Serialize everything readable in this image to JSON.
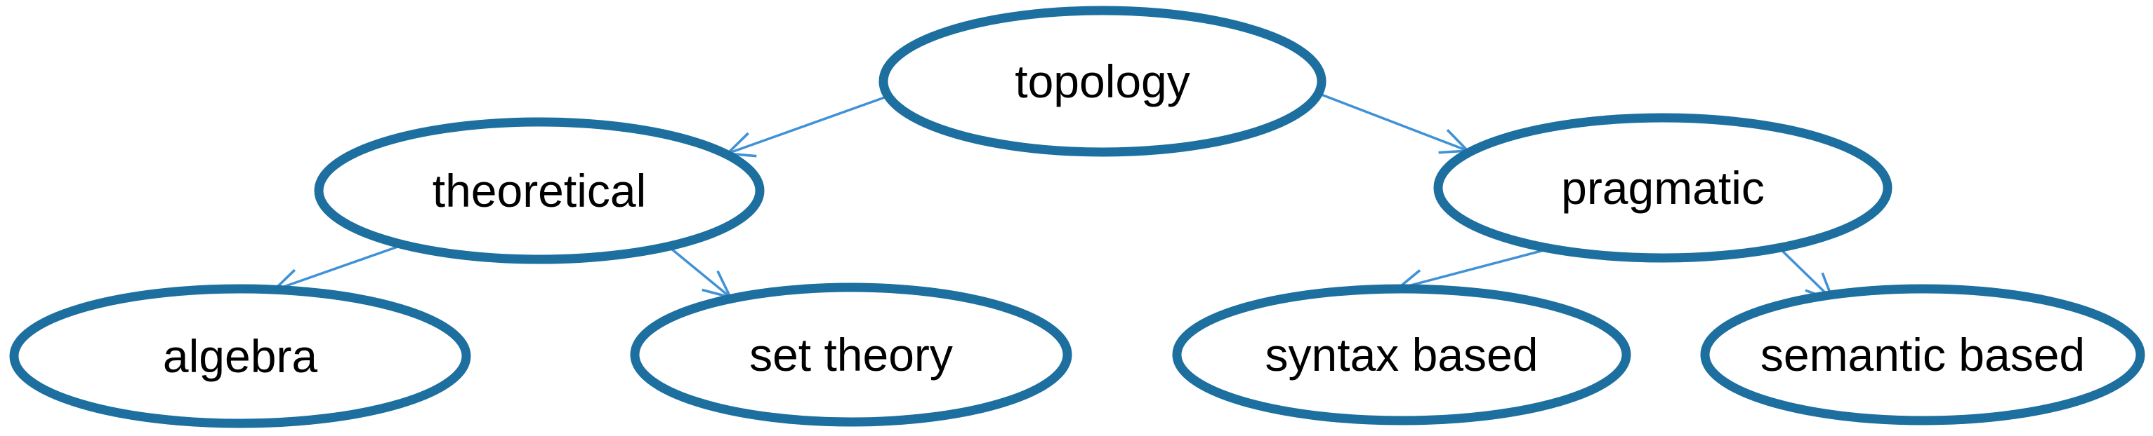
{
  "diagram": {
    "type": "tree",
    "nodes": [
      {
        "id": "topology",
        "label": "topology"
      },
      {
        "id": "theoretical",
        "label": "theoretical"
      },
      {
        "id": "pragmatic",
        "label": "pragmatic"
      },
      {
        "id": "algebra",
        "label": "algebra"
      },
      {
        "id": "set-theory",
        "label": "set theory"
      },
      {
        "id": "syntax-based",
        "label": "syntax based"
      },
      {
        "id": "semantic-based",
        "label": "semantic based"
      }
    ],
    "edges": [
      {
        "from": "topology",
        "to": "theoretical"
      },
      {
        "from": "topology",
        "to": "pragmatic"
      },
      {
        "from": "theoretical",
        "to": "algebra"
      },
      {
        "from": "theoretical",
        "to": "set-theory"
      },
      {
        "from": "pragmatic",
        "to": "syntax-based"
      },
      {
        "from": "pragmatic",
        "to": "semantic-based"
      }
    ],
    "colors": {
      "node_border": "#1C6F9F",
      "arrow": "#4191D6",
      "text": "#000000",
      "background": "#FFFFFF"
    }
  }
}
